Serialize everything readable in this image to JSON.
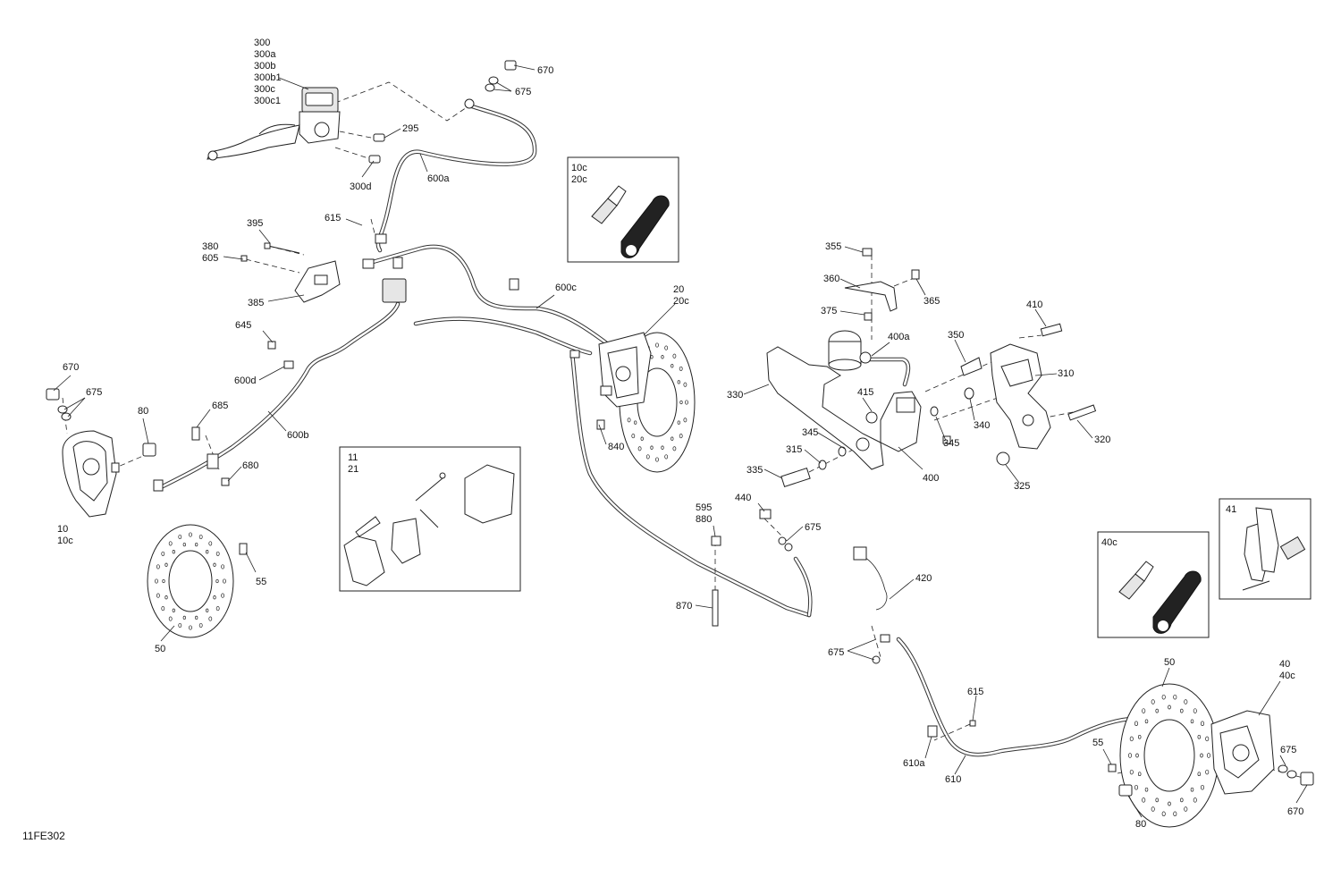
{
  "diagram": {
    "code": "11FE302",
    "insets": {
      "bleeder_front": [
        "10c",
        "20c"
      ],
      "pads_front": [
        "11",
        "21"
      ],
      "bleeder_rear": [
        "40c"
      ],
      "pads_rear": [
        "41"
      ]
    },
    "callouts": {
      "master_cyl": [
        "300",
        "300a",
        "300b",
        "300b1",
        "300c",
        "300c1"
      ],
      "c670_top": "670",
      "c675_top": "675",
      "c295": "295",
      "c300d": "300d",
      "c600a": "600a",
      "c615_top": "615",
      "c395": "395",
      "c380_605": [
        "380",
        "605"
      ],
      "c385": "385",
      "c600c": "600c",
      "c20_20c": [
        "20",
        "20c"
      ],
      "c645": "645",
      "c600d": "600d",
      "c670_left": "670",
      "c675_left": "675",
      "c80_left": "80",
      "c685": "685",
      "c600b": "600b",
      "c680": "680",
      "c10_10c": [
        "10",
        "10c"
      ],
      "c840": "840",
      "c55_left": "55",
      "c50_left": "50",
      "c355": "355",
      "c360": "360",
      "c365": "365",
      "c375": "375",
      "c400a": "400a",
      "c350": "350",
      "c410": "410",
      "c310": "310",
      "c330": "330",
      "c415": "415",
      "c345_a": "345",
      "c340": "340",
      "c345_b": "345",
      "c320": "320",
      "c315": "315",
      "c335": "335",
      "c400": "400",
      "c325": "325",
      "c440": "440",
      "c595_880": [
        "595",
        "880"
      ],
      "c675_mid": "675",
      "c870": "870",
      "c420": "420",
      "c675_right": "675",
      "c615_bottom": "615",
      "c610a": "610a",
      "c610": "610",
      "c50_right": "50",
      "c40_40c": [
        "40",
        "40c"
      ],
      "c55_right": "55",
      "c675_far": "675",
      "c80_right": "80",
      "c670_far": "670"
    }
  }
}
